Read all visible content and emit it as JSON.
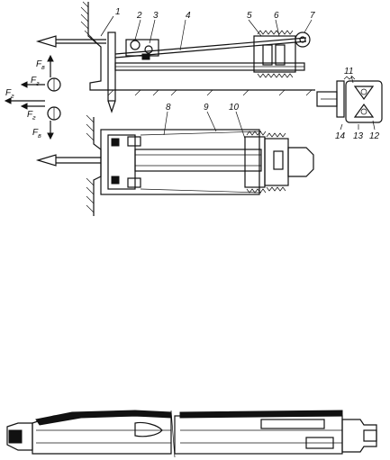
{
  "figure": {
    "part_numbers": [
      "1",
      "2",
      "3",
      "4",
      "5",
      "6",
      "7",
      "8",
      "9",
      "10",
      "11",
      "12",
      "13",
      "14"
    ],
    "force_symbols": {
      "fv_base": "F",
      "fv_sub": "в",
      "fg_base": "F",
      "fg_sub": "г"
    }
  }
}
